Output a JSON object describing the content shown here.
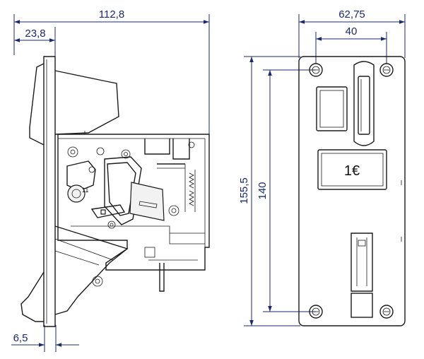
{
  "dimensions": {
    "side_width": "112,8",
    "side_depth": "23,8",
    "side_flange": "6,5",
    "front_width": "62,75",
    "front_hole_spacing": "40",
    "front_height": "155,5",
    "front_hole_vertical": "140"
  },
  "labels": {
    "coin_value": "1€",
    "part_number": "11"
  },
  "colors": {
    "dimension": "#1a2a6c",
    "outline": "#1b1b1b"
  }
}
